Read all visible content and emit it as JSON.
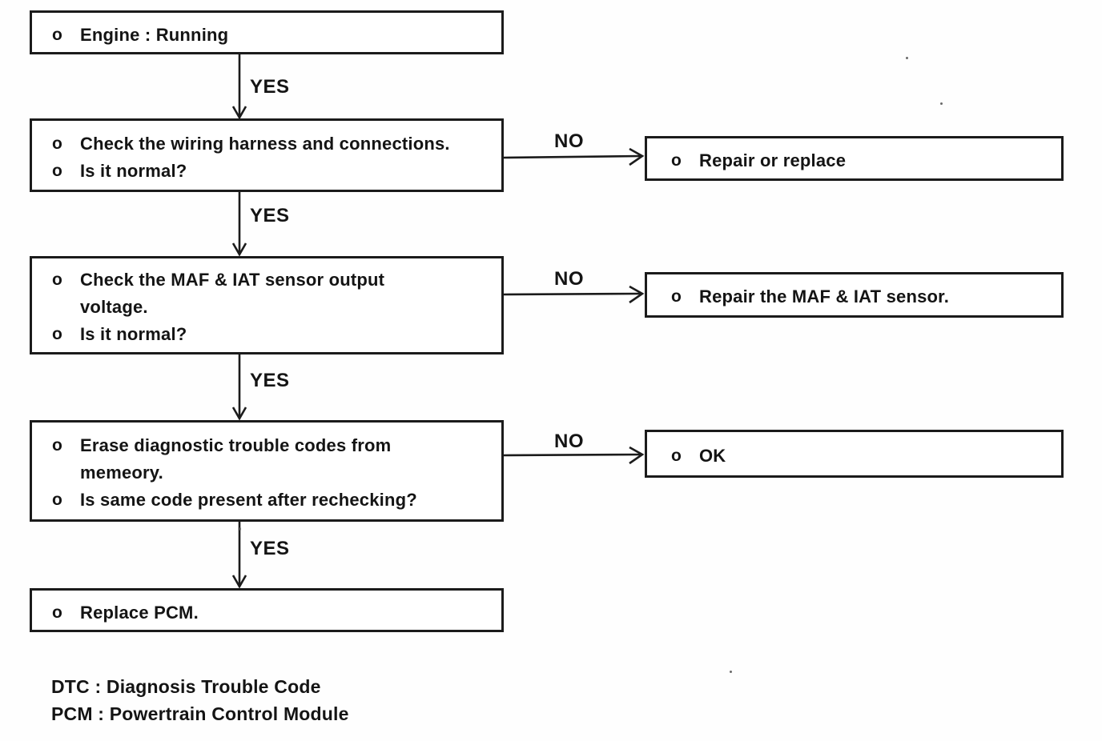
{
  "diagram": {
    "type": "flowchart",
    "bullet": "o",
    "labels": {
      "yes": "YES",
      "no": "NO"
    },
    "steps": [
      {
        "name": "engine-running",
        "lines": [
          {
            "bullet": true,
            "text": "Engine : Running"
          }
        ]
      },
      {
        "name": "check-wiring-harness",
        "lines": [
          {
            "bullet": true,
            "text": "Check the wiring harness and connections."
          },
          {
            "bullet": true,
            "text": "Is it normal?"
          }
        ]
      },
      {
        "name": "check-maf-iat-voltage",
        "lines": [
          {
            "bullet": true,
            "text": "Check the MAF & IAT sensor output"
          },
          {
            "bullet": false,
            "text": "voltage."
          },
          {
            "bullet": true,
            "text": "Is it normal?"
          }
        ]
      },
      {
        "name": "erase-dtc",
        "lines": [
          {
            "bullet": true,
            "text": "Erase diagnostic trouble codes from"
          },
          {
            "bullet": false,
            "text": "memeory."
          },
          {
            "bullet": true,
            "text": "Is same code present after rechecking?"
          }
        ]
      },
      {
        "name": "replace-pcm",
        "lines": [
          {
            "bullet": true,
            "text": "Replace PCM."
          }
        ]
      }
    ],
    "results": [
      {
        "name": "repair-or-replace",
        "text": "Repair or replace"
      },
      {
        "name": "repair-maf-iat-sensor",
        "text": "Repair the MAF & IAT sensor."
      },
      {
        "name": "ok",
        "text": "OK"
      }
    ],
    "footnotes": [
      "DTC : Diagnosis Trouble Code",
      "PCM : Powertrain Control Module"
    ],
    "colors": {
      "ink": "#1b1b1b",
      "background": "#ffffff"
    }
  }
}
